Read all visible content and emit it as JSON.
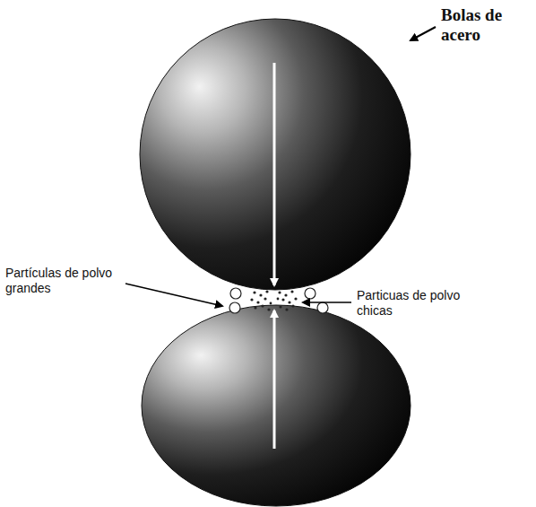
{
  "diagram": {
    "labels": [
      "Bolas de acero",
      "Partículas de polvo grandes",
      "Particuas de polvo chicas"
    ]
  }
}
